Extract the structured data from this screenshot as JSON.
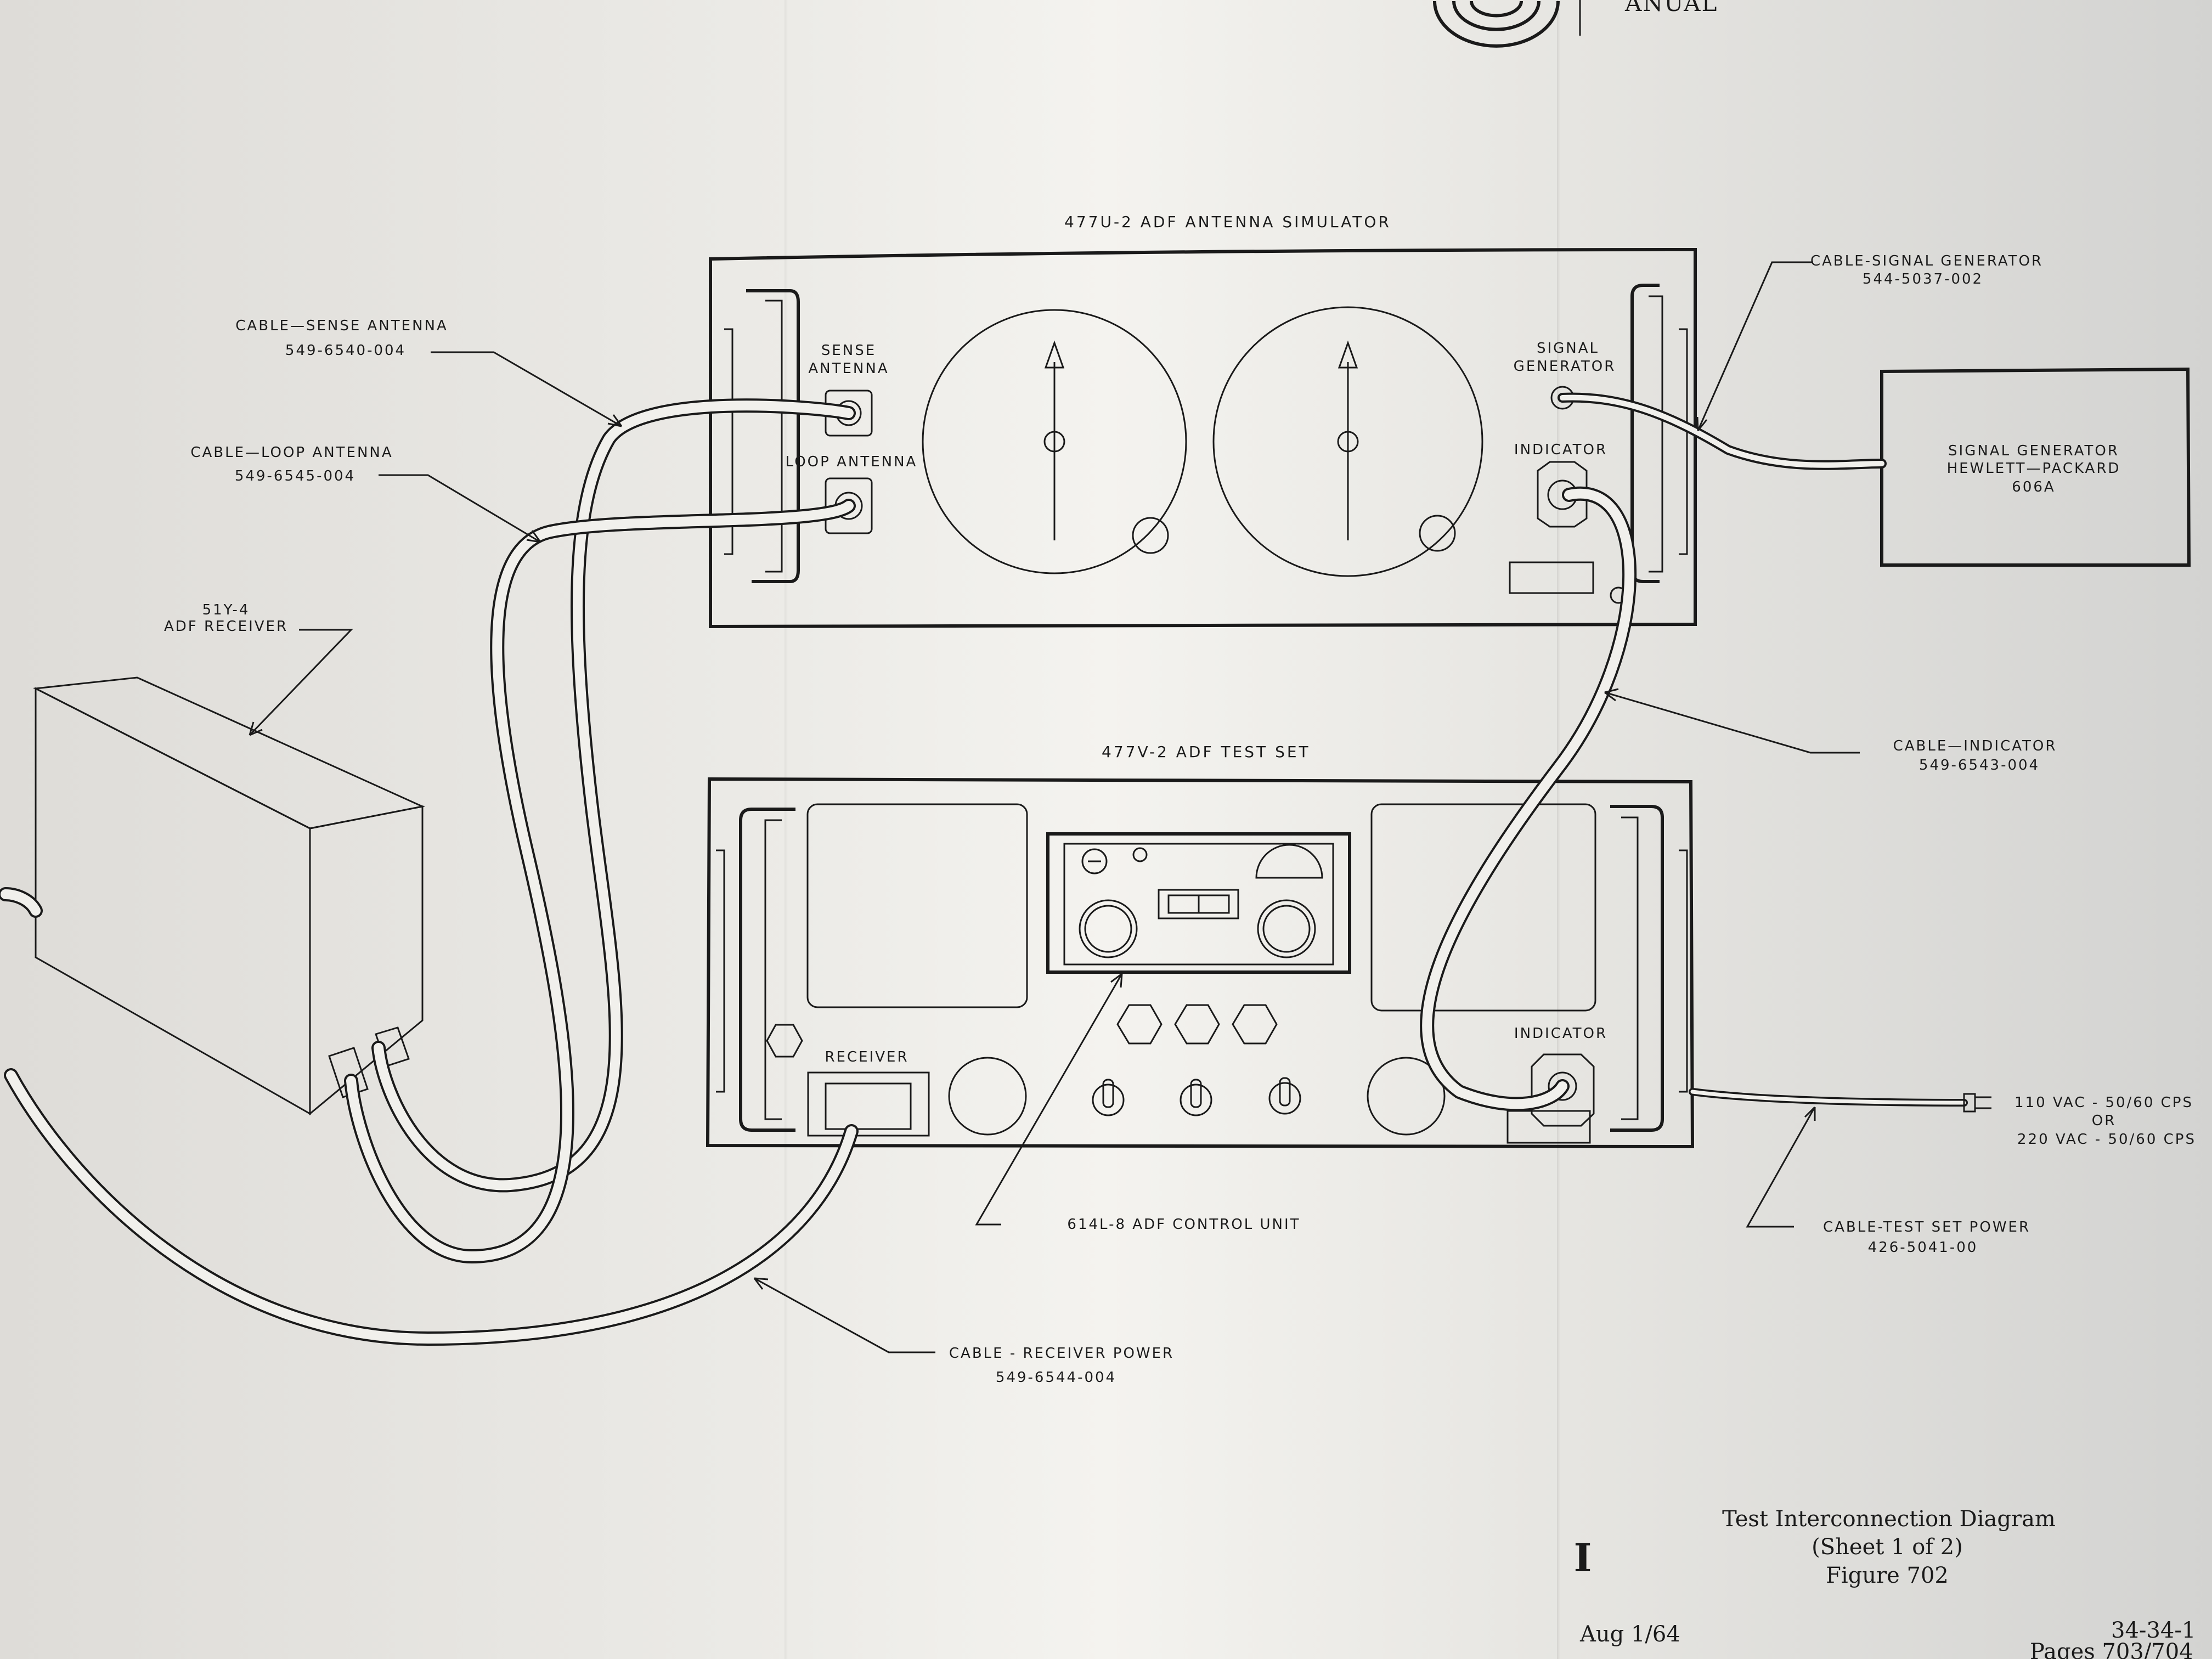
{
  "header": {
    "partial_title": "ANUAL"
  },
  "simulator": {
    "title": "477U-2 ADF ANTENNA SIMULATOR",
    "sense_antenna": [
      "SENSE",
      "ANTENNA"
    ],
    "loop_antenna": "LOOP ANTENNA",
    "signal_generator": [
      "SIGNAL",
      "GENERATOR"
    ],
    "indicator": "INDICATOR"
  },
  "test_set": {
    "title": "477V-2 ADF TEST SET",
    "receiver": "RECEIVER",
    "indicator": "INDICATOR"
  },
  "signal_generator_box": [
    "SIGNAL GENERATOR",
    "HEWLETT—PACKARD",
    "606A"
  ],
  "adf_receiver": [
    "51Y-4",
    "ADF RECEIVER"
  ],
  "control_unit": "614L-8 ADF CONTROL UNIT",
  "cables": {
    "sense": [
      "CABLE—SENSE ANTENNA",
      "549-6540-004"
    ],
    "loop": [
      "CABLE—LOOP ANTENNA",
      "549-6545-004"
    ],
    "signal_gen": [
      "CABLE-SIGNAL GENERATOR",
      "544-5037-002"
    ],
    "indicator": [
      "CABLE—INDICATOR",
      "549-6543-004"
    ],
    "receiver_power": [
      "CABLE - RECEIVER POWER",
      "549-6544-004"
    ],
    "test_set_power": [
      "CABLE-TEST SET POWER",
      "426-5041-00"
    ]
  },
  "power_spec": [
    "110 VAC - 50/60 CPS",
    "OR",
    "220 VAC - 50/60 CPS"
  ],
  "caption": [
    "Test Interconnection Diagram",
    "(Sheet 1 of 2)",
    "Figure 702"
  ],
  "footer": {
    "date": "Aug 1/64",
    "doc_number": "34-34-1",
    "pages": "Pages 703/704",
    "change_bar": "I"
  }
}
